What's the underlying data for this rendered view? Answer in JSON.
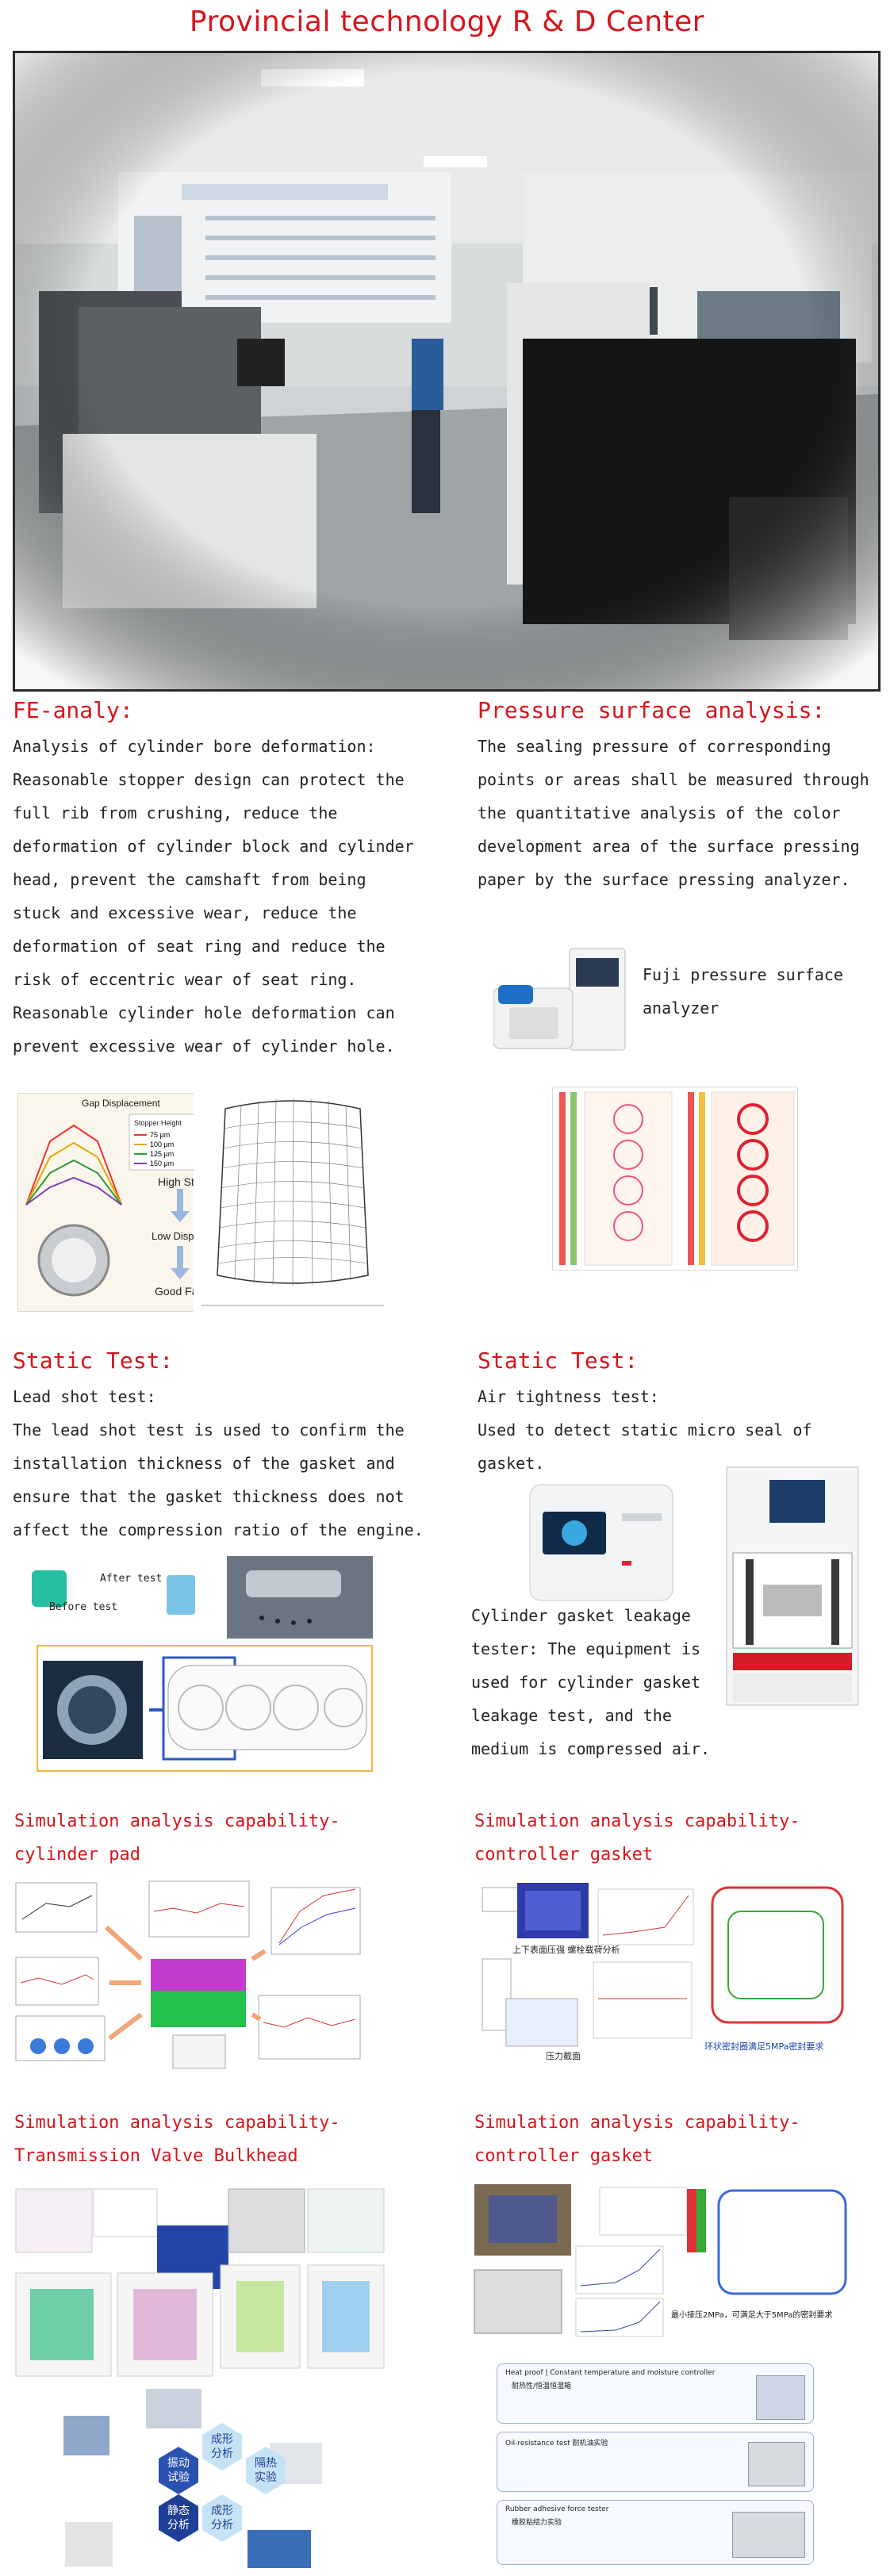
{
  "page_title": "Provincial technology R & D Center",
  "fe": {
    "heading": "FE-analy:",
    "lines": [
      "Analysis of cylinder bore deformation:",
      "Reasonable stopper design can protect the",
      "full rib from crushing, reduce the",
      "deformation of cylinder block and cylinder",
      "head, prevent the camshaft from being",
      "stuck and excessive wear, reduce the",
      "deformation of seat ring and reduce the",
      "risk of eccentric wear of seat ring.",
      "Reasonable cylinder hole deformation can",
      "prevent excessive wear of cylinder hole."
    ],
    "diagram": {
      "gap_label": "Gap Displacement",
      "legend_title": "Stopper Height",
      "legend": [
        "75 μm",
        "100 μm",
        "125 μm",
        "150 μm"
      ],
      "high": "High Stopper:",
      "low": "Low Displacement",
      "good": "Good Fatigue"
    }
  },
  "pressure": {
    "heading": "Pressure surface analysis:",
    "lines": [
      "The sealing pressure of corresponding",
      "points or areas shall be measured through",
      "the quantitative analysis of the color",
      "development area of the surface pressing",
      "paper by the surface pressing analyzer."
    ],
    "device_caption": [
      "Fuji pressure surface",
      "analyzer"
    ]
  },
  "static_left": {
    "heading": "Static Test:",
    "lines": [
      "Lead shot test:",
      "The lead shot test is used to confirm the",
      "installation thickness of the gasket and",
      "ensure that the gasket thickness does not",
      "affect the compression ratio of the engine."
    ],
    "after_label": "After test",
    "before_label": "Before test"
  },
  "static_right": {
    "heading": "Static Test:",
    "lines": [
      "Air tightness test:",
      "Used to detect static micro seal of",
      "gasket."
    ],
    "leak_lines": [
      "Cylinder gasket leakage",
      "tester: The equipment is",
      "used for cylinder gasket",
      "leakage test, and the",
      "medium is compressed air."
    ]
  },
  "sim": {
    "cyl_pad": [
      "Simulation analysis capability-",
      "cylinder pad"
    ],
    "ctrl_gasket_1": [
      "Simulation analysis capability-",
      "controller gasket"
    ],
    "valve_bulkhead": [
      "Simulation analysis capability-",
      "Transmission Valve Bulkhead"
    ],
    "ctrl_gasket_2": [
      "Simulation analysis capability-",
      "controller gasket"
    ],
    "ctrl_note_1": "上下表面压强 螺栓载荷分析",
    "ctrl_note_2": "压力截面",
    "ctrl_note_3": "环状密封圈满足5MPa密封要求",
    "ctrl_note_4": "最小接压2MPa，可满足大于5MPa的密封要求",
    "hex": [
      "振动\n试验",
      "成形\n分析",
      "隔热\n实验",
      "静态\n分析",
      "成形\n分析"
    ]
  },
  "tests": [
    {
      "title": "Heat proof | Constant temperature and moisture controller",
      "sub": "耐热性/恒温恒湿箱"
    },
    {
      "title": "Oil-resistance test 耐机油实验",
      "sub": ""
    },
    {
      "title": "Rubber adhesive force tester",
      "sub": "橡胶粘结力实验"
    }
  ]
}
